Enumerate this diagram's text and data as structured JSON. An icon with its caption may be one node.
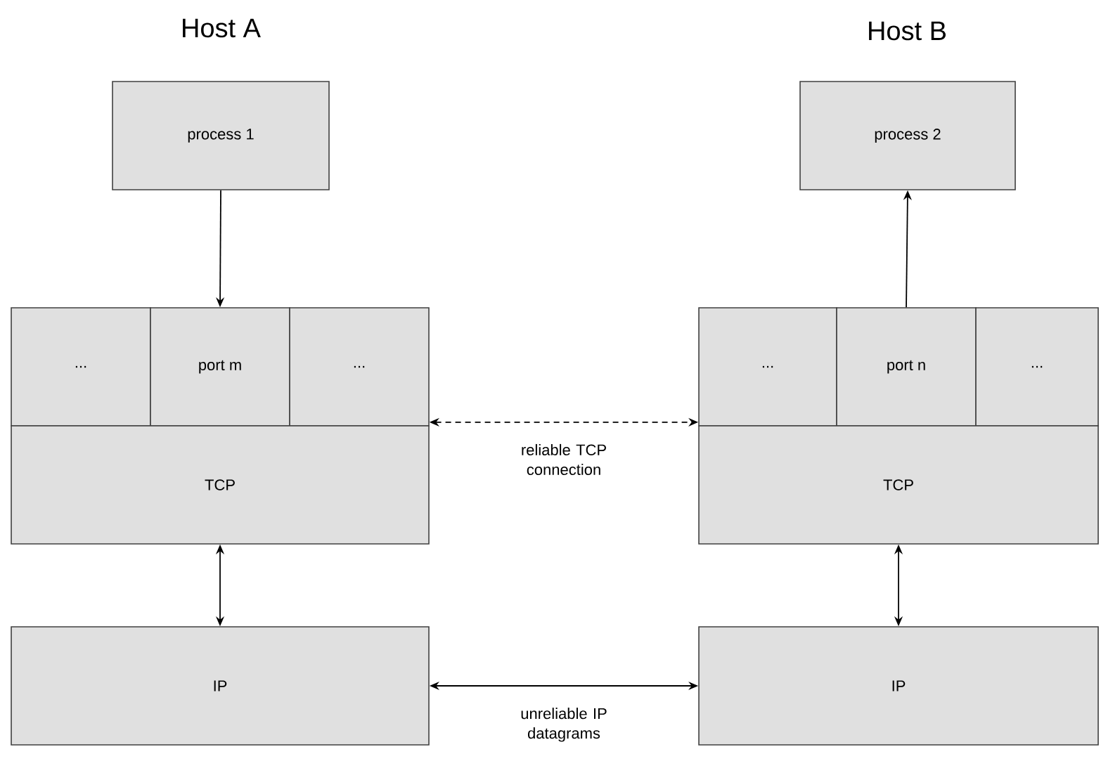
{
  "diagram": {
    "nodes": [
      {
        "text": [
          "process 1"
        ]
      },
      {
        "text": [
          "..."
        ]
      },
      {
        "text": [
          "port m"
        ]
      },
      {
        "text": [
          "..."
        ]
      },
      {
        "text": [
          "TCP"
        ]
      },
      {
        "text": [
          "IP"
        ]
      },
      {
        "text": [
          "process 2"
        ]
      },
      {
        "text": [
          "..."
        ]
      },
      {
        "text": [
          "port n"
        ]
      },
      {
        "text": [
          "..."
        ]
      },
      {
        "text": [
          "TCP"
        ]
      },
      {
        "text": [
          "IP"
        ]
      }
    ],
    "edges": [
      {
        "from": 0,
        "to": 2,
        "arrow": "to"
      },
      {
        "from": 8,
        "to": 6,
        "arrow": "to"
      },
      {
        "from": 4,
        "to": 5,
        "arrow": "both"
      },
      {
        "from": 10,
        "to": 11,
        "arrow": "both"
      },
      {
        "from": 3,
        "to": 7,
        "arrow": "both",
        "style": "dashed",
        "label": "reliable TCP connection"
      },
      {
        "from": 5,
        "to": 11,
        "arrow": "both",
        "label": "unreliable IP datagrams"
      }
    ],
    "labels": [
      "Host A",
      "Host B"
    ]
  }
}
